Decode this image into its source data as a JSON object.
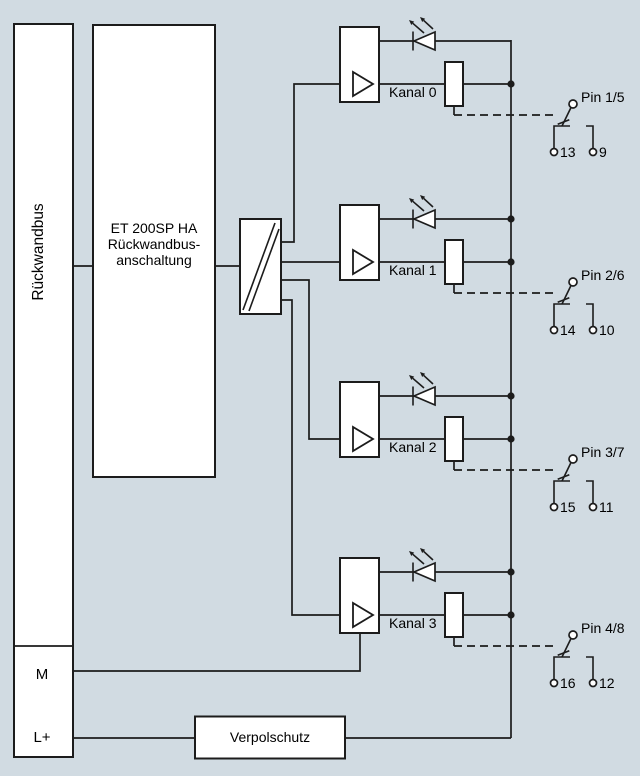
{
  "colors": {
    "background": "#d1dbe2",
    "line": "#1c1c1c",
    "box_fill": "#ffffff",
    "text": "#000000"
  },
  "backplane_bus": {
    "label": "Rückwandbus",
    "terminal_m": "M",
    "terminal_l_plus": "L+"
  },
  "interface_box": {
    "line1": "ET 200SP HA",
    "line2": "Rückwandbus-",
    "line3": "anschaltung"
  },
  "reverse_polarity_protection": {
    "label": "Verpolschutz"
  },
  "channels": [
    {
      "label": "Kanal 0",
      "pin_label": "Pin 1/5",
      "terminal_left": "13",
      "terminal_right": "9"
    },
    {
      "label": "Kanal 1",
      "pin_label": "Pin 2/6",
      "terminal_left": "14",
      "terminal_right": "10"
    },
    {
      "label": "Kanal 2",
      "pin_label": "Pin 3/7",
      "terminal_left": "15",
      "terminal_right": "11"
    },
    {
      "label": "Kanal 3",
      "pin_label": "Pin 4/8",
      "terminal_left": "16",
      "terminal_right": "12"
    }
  ]
}
